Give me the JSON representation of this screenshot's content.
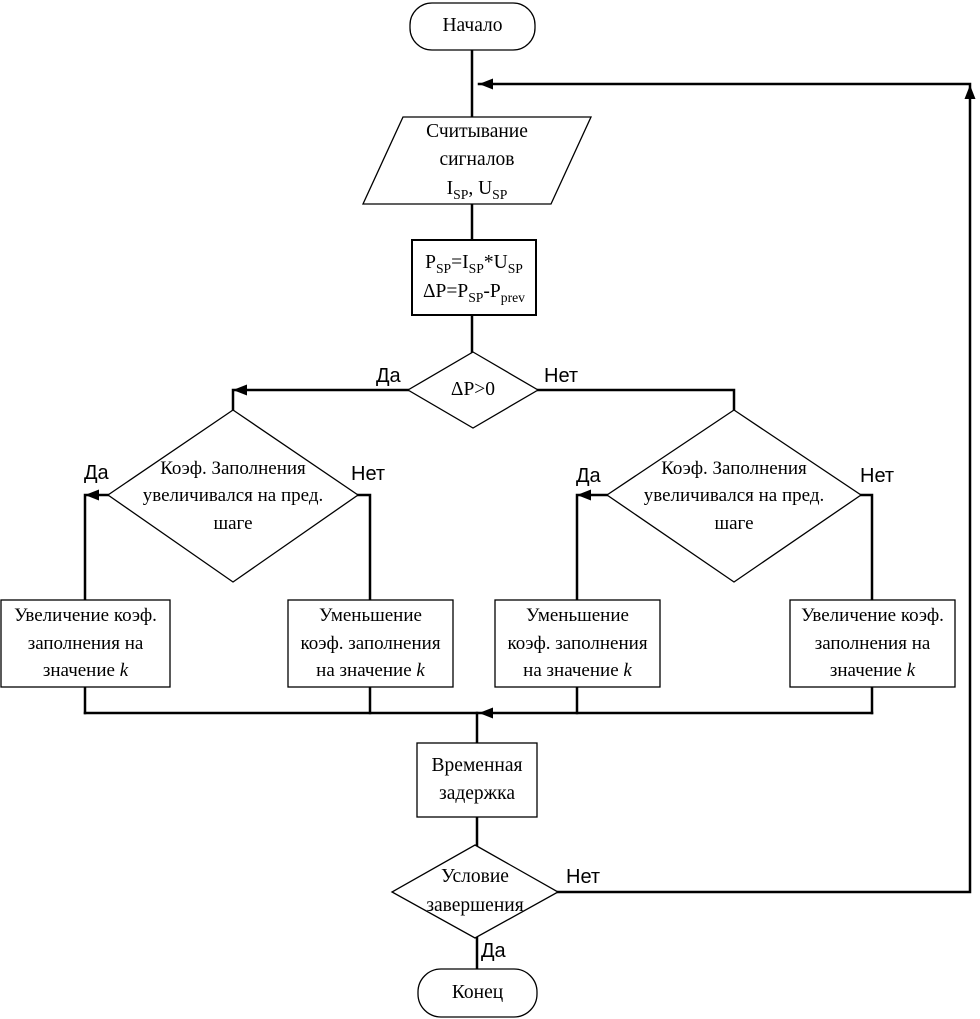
{
  "diagram": {
    "type": "flowchart",
    "language": "ru",
    "nodes": {
      "start": {
        "shape": "terminator",
        "label": "Начало"
      },
      "read_signals": {
        "shape": "parallelogram-io",
        "lines": [
          [
            {
              "t": "Считывание"
            }
          ],
          [
            {
              "t": "сигналов"
            }
          ],
          [
            {
              "t": "I"
            },
            {
              "t": "SP",
              "sub": true
            },
            {
              "t": ", U"
            },
            {
              "t": "SP",
              "sub": true
            }
          ]
        ]
      },
      "calc_power": {
        "shape": "process",
        "lines": [
          [
            {
              "t": "P"
            },
            {
              "t": "SP",
              "sub": true
            },
            {
              "t": "=I"
            },
            {
              "t": "SP",
              "sub": true
            },
            {
              "t": "*U"
            },
            {
              "t": "SP",
              "sub": true
            }
          ],
          [
            {
              "t": "ΔP=P"
            },
            {
              "t": "SP",
              "sub": true
            },
            {
              "t": "-P"
            },
            {
              "t": "prev",
              "sub": true
            }
          ]
        ]
      },
      "delta_p_decision": {
        "shape": "decision",
        "label": "ΔP>0"
      },
      "duty_decision_left": {
        "shape": "decision",
        "lines": [
          [
            {
              "t": "Коэф. Заполнения"
            }
          ],
          [
            {
              "t": "увеличивался на пред."
            }
          ],
          [
            {
              "t": "шаге"
            }
          ]
        ]
      },
      "duty_decision_right": {
        "shape": "decision",
        "lines": [
          [
            {
              "t": "Коэф. Заполнения"
            }
          ],
          [
            {
              "t": "увеличивался на пред."
            }
          ],
          [
            {
              "t": "шаге"
            }
          ]
        ]
      },
      "increase_duty_far_left": {
        "shape": "process",
        "lines": [
          [
            {
              "t": "Увеличение коэф."
            }
          ],
          [
            {
              "t": "заполнения на"
            }
          ],
          [
            {
              "t": "значение "
            },
            {
              "t": "k",
              "i": true
            }
          ]
        ]
      },
      "decrease_duty_mid_left": {
        "shape": "process",
        "lines": [
          [
            {
              "t": "Уменьшение"
            }
          ],
          [
            {
              "t": "коэф. заполнения"
            }
          ],
          [
            {
              "t": "на значение "
            },
            {
              "t": "k",
              "i": true
            }
          ]
        ]
      },
      "decrease_duty_mid_right": {
        "shape": "process",
        "lines": [
          [
            {
              "t": "Уменьшение"
            }
          ],
          [
            {
              "t": "коэф. заполнения"
            }
          ],
          [
            {
              "t": "на значение "
            },
            {
              "t": "k",
              "i": true
            }
          ]
        ]
      },
      "increase_duty_far_right": {
        "shape": "process",
        "lines": [
          [
            {
              "t": "Увеличение коэф."
            }
          ],
          [
            {
              "t": "заполнения на"
            }
          ],
          [
            {
              "t": "значение "
            },
            {
              "t": "k",
              "i": true
            }
          ]
        ]
      },
      "time_delay": {
        "shape": "process",
        "lines": [
          [
            {
              "t": "Временная"
            }
          ],
          [
            {
              "t": "задержка"
            }
          ]
        ]
      },
      "end_condition": {
        "shape": "decision",
        "lines": [
          [
            {
              "t": "Условие"
            }
          ],
          [
            {
              "t": "завершения"
            }
          ]
        ]
      },
      "end": {
        "shape": "terminator",
        "label": "Конец"
      }
    },
    "edge_labels": {
      "delta_yes": "Да",
      "delta_no": "Нет",
      "left_duty_yes": "Да",
      "left_duty_no": "Нет",
      "right_duty_yes": "Да",
      "right_duty_no": "Нет",
      "end_no": "Нет",
      "end_yes": "Да"
    },
    "colors": {
      "stroke": "#000000",
      "fill": "#ffffff"
    }
  }
}
